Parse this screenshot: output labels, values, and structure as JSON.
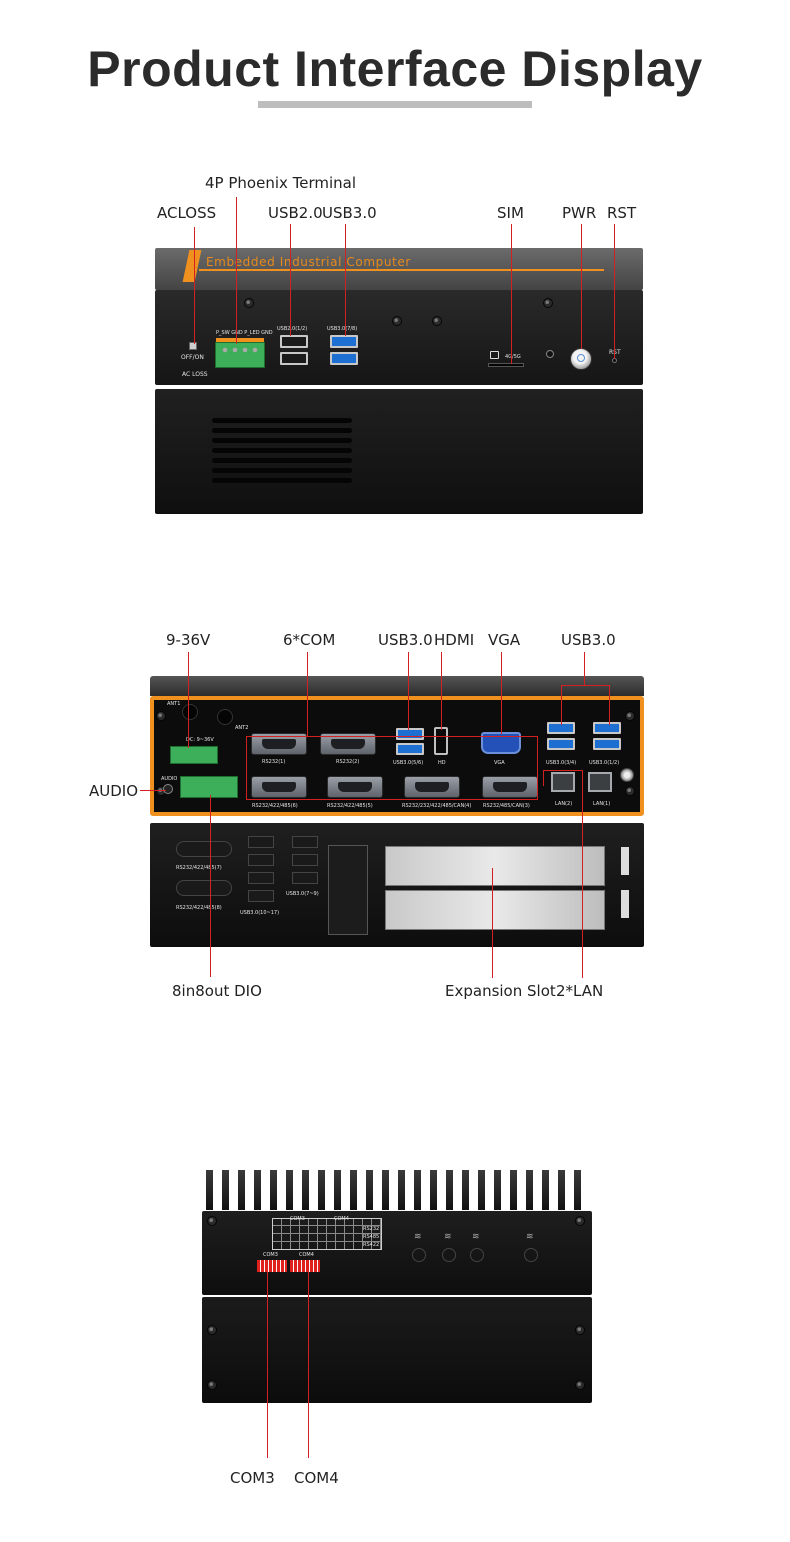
{
  "page": {
    "title": "Product Interface Display"
  },
  "front_panel": {
    "labels": {
      "phoenix": "4P Phoenix Terminal",
      "acloss": "ACLOSS",
      "usb2": "USB2.0",
      "usb3": "USB3.0",
      "sim": "SIM",
      "pwr": "PWR",
      "rst": "RST"
    },
    "silkscreen": {
      "brand": "Embedded Industrial Computer",
      "phoenix_pins": "P_SW GND P_LED GND",
      "usb2_port": "USB2.0(1/2)",
      "usb3_port": "USB3.0(7/8)",
      "sim_slot": "4G/5G",
      "rst": "RST",
      "acloss_switch": "OFF/ON",
      "acloss_text": "AC LOSS"
    }
  },
  "rear_panel": {
    "labels": {
      "power": "9-36V",
      "com": "6*COM",
      "usb3_hd": "USB3.0",
      "hdmi": "HDMI",
      "vga": "VGA",
      "usb3_right": "USB3.0",
      "audio": "AUDIO",
      "dio": "8in8out DIO",
      "expansion": "Expansion Slot",
      "lan": "2*LAN"
    },
    "silkscreen": {
      "ant1": "ANT1",
      "ant2": "ANT2",
      "dc_in": "DC: 9~36V",
      "audio": "AUDIO",
      "rs232_1": "RS232(1)",
      "rs232_2": "RS232(2)",
      "com6": "RS232/422/485(6)",
      "com5": "RS232/422/485(5)",
      "com4": "RS232/232/422/485/CAN(4)",
      "com3": "RS232/485/CAN(3)",
      "usb3_56": "USB3.0(5/6)",
      "hd": "HD",
      "vga": "VGA",
      "usb3_34": "USB3.0(3/4)",
      "usb3_12": "USB3.0(1/2)",
      "lan2": "LAN(2)",
      "lan1": "LAN(1)",
      "com7": "RS232/422/485(7)",
      "com8": "RS232/422/485(8)",
      "usb3_79": "USB3.0(7~9)",
      "usb3_1017": "USB3.0(10~17)"
    }
  },
  "bottom_panel": {
    "labels": {
      "com3": "COM3",
      "com4": "COM4"
    },
    "silkscreen": {
      "table_com3": "COM3",
      "table_com4": "COM4",
      "rs232": "RS232",
      "rs485": "RS485",
      "rs422": "RS422",
      "dip_com3": "COM3",
      "dip_com4": "COM4"
    }
  },
  "colors": {
    "accent_orange": "#f0901e",
    "callout_red": "#d42020",
    "terminal_green": "#3dae5a",
    "usb3_blue": "#1d6fd1",
    "vga_blue": "#2451b8",
    "dip_red": "#e0201c"
  }
}
